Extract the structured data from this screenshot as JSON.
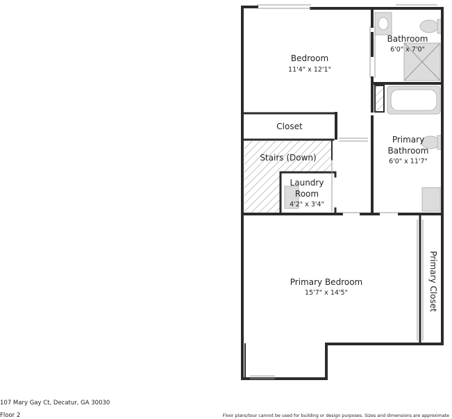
{
  "rooms": {
    "bedroom": {
      "name": "Bedroom",
      "dims": "11'4\" x 12'1\""
    },
    "bathroom": {
      "name": "Bathroom",
      "dims": "6'0\" x 7'0\""
    },
    "closet": {
      "name": "Closet"
    },
    "primary_bathroom": {
      "name_line1": "Primary",
      "name_line2": "Bathroom",
      "dims": "6'0\" x 11'7\""
    },
    "stairs": {
      "name": "Stairs (Down)"
    },
    "laundry": {
      "name_line1": "Laundry",
      "name_line2": "Room",
      "dims": "4'2\" x 3'4\""
    },
    "primary_bedroom": {
      "name": "Primary Bedroom",
      "dims": "15'7\" x 14'5\""
    },
    "primary_closet": {
      "name": "Primary Closet"
    }
  },
  "footer": {
    "address": "107 Mary Gay Ct, Decatur, GA 30030",
    "floor": "Floor 2",
    "disclaimer": "Floor plans/tour cannot be used for building or design purposes. Sizes and dimensions are approximate"
  },
  "colors": {
    "wall": "#2b2b2b",
    "fixture": "#d4d4d4",
    "hatch": "#8a8a8a"
  }
}
